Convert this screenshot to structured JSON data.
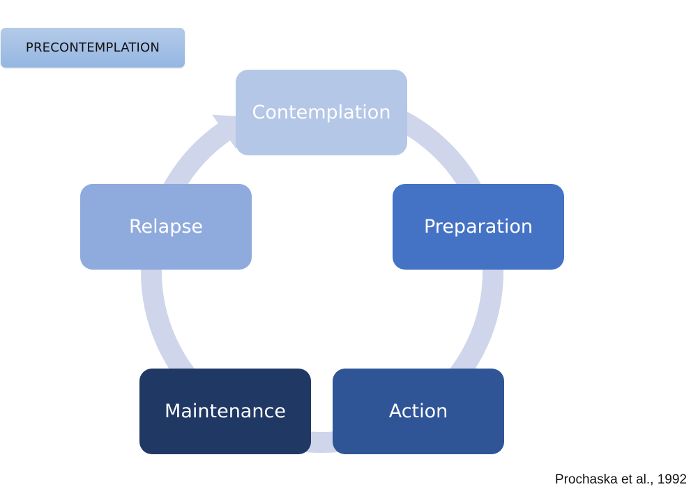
{
  "title_label": "PRECONTEMPLATION",
  "colors": {
    "cycle_arrow": "#cfd5ea",
    "label_box_top": "#b4cbe9",
    "label_box_bottom": "#94b6e2"
  },
  "stages": [
    {
      "name": "Contemplation",
      "color": "#b4c7e7"
    },
    {
      "name": "Preparation",
      "color": "#4472c4"
    },
    {
      "name": "Action",
      "color": "#2f5597"
    },
    {
      "name": "Maintenance",
      "color": "#203864"
    },
    {
      "name": "Relapse",
      "color": "#8faadc"
    }
  ],
  "cycle_direction": "clockwise",
  "citation": "Prochaska et al., 1992"
}
